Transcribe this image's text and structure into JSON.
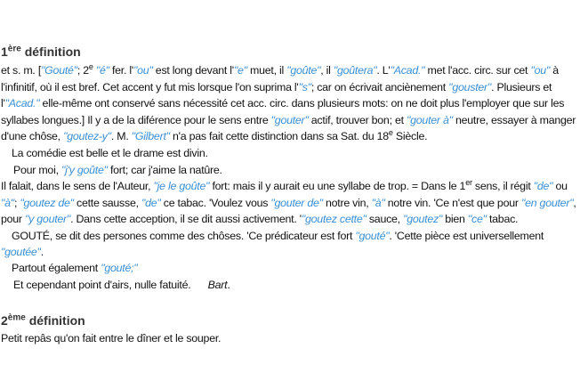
{
  "definitions": [
    {
      "number": "1",
      "suffix": "ère",
      "label": "définition"
    },
    {
      "number": "2",
      "suffix": "ème",
      "label": "définition"
    }
  ],
  "paragraphs": [
    {
      "cls": "",
      "block": "b1",
      "segs": [
        {
          "t": "et s. m. ["
        },
        {
          "t": "\"Gouté\"",
          "k": "link"
        },
        {
          "t": "; 2"
        },
        {
          "t": "e",
          "k": "sup"
        },
        {
          "t": " "
        },
        {
          "t": "\"é\"",
          "k": "link"
        },
        {
          "t": " fer. l'"
        },
        {
          "t": "\"ou\"",
          "k": "link"
        },
        {
          "t": " est long devant l'"
        },
        {
          "t": "\"e\"",
          "k": "link"
        },
        {
          "t": " muet, il "
        },
        {
          "t": "\"goûte\"",
          "k": "link"
        },
        {
          "t": ", il "
        },
        {
          "t": "\"goûtera\"",
          "k": "link"
        },
        {
          "t": ". L'"
        },
        {
          "t": "\"Acad.\"",
          "k": "link"
        },
        {
          "t": " met l'acc. circ. sur cet "
        },
        {
          "t": "\"ou\"",
          "k": "link"
        },
        {
          "t": " à l'infinitif, où il est bref. Cet accent y fut mis lorsque l'on suprima l'"
        },
        {
          "t": "\"s\"",
          "k": "link"
        },
        {
          "t": "; car on écrivait anciènement "
        },
        {
          "t": "\"gouster\"",
          "k": "link"
        },
        {
          "t": ". Plusieurs et l'"
        },
        {
          "t": "\"Acad.\"",
          "k": "link"
        },
        {
          "t": " elle-même ont conservé sans nécessité cet acc. circ. dans plusieurs mots: on ne doit plus l'employer que sur les syllabes longues.] Il y a de la diférence pour le sens entre "
        },
        {
          "t": "\"gouter\"",
          "k": "link"
        },
        {
          "t": " actif, trouver bon; et "
        },
        {
          "t": "\"gouter à\"",
          "k": "link"
        },
        {
          "t": " neutre, essayer à manger d'une chôse, "
        },
        {
          "t": "\"goutez-y\"",
          "k": "link"
        },
        {
          "t": ". M. "
        },
        {
          "t": "\"Gilbert\"",
          "k": "link"
        },
        {
          "t": " n'a pas fait cette distinction dans sa Sat. du 18"
        },
        {
          "t": "e",
          "k": "sup"
        },
        {
          "t": " Siècle."
        }
      ]
    },
    {
      "cls": "q",
      "block": "b2",
      "segs": [
        {
          "t": "La comédie est belle et le drame est divin."
        }
      ]
    },
    {
      "cls": "q2",
      "block": "b2",
      "segs": [
        {
          "t": "Pour moi, "
        },
        {
          "t": "\"j'y goûte\"",
          "k": "link"
        },
        {
          "t": " fort; car j'aime la natûre."
        }
      ]
    },
    {
      "cls": "",
      "block": "b2",
      "segs": [
        {
          "t": "Il falait, dans le sens de l'Auteur, "
        },
        {
          "t": "\"je le goûte\"",
          "k": "link"
        },
        {
          "t": " fort: mais il y aurait eu une syllabe de trop. = Dans le 1"
        },
        {
          "t": "er",
          "k": "sup"
        },
        {
          "t": " sens, il régit "
        },
        {
          "t": "\"de\"",
          "k": "link"
        },
        {
          "t": " ou "
        },
        {
          "t": "\"à\"",
          "k": "link"
        },
        {
          "t": "; "
        },
        {
          "t": "\"goutez de\"",
          "k": "link"
        },
        {
          "t": " cette sausse, "
        },
        {
          "t": "\"de\"",
          "k": "link"
        },
        {
          "t": " ce tabac. 'Voulez vous "
        },
        {
          "t": "\"gouter de\"",
          "k": "link"
        },
        {
          "t": " notre vin, "
        },
        {
          "t": "\"à\"",
          "k": "link"
        },
        {
          "t": " notre vin. 'Ce n'est que pour "
        },
        {
          "t": "\"en gouter\"",
          "k": "link"
        },
        {
          "t": ", pour "
        },
        {
          "t": "\"y gouter\"",
          "k": "link"
        },
        {
          "t": ". Dans cette acception, il se dit aussi activement. '"
        },
        {
          "t": "\"goutez cette\"",
          "k": "link"
        },
        {
          "t": " sauce, "
        },
        {
          "t": "\"goutez\"",
          "k": "link"
        },
        {
          "t": " bien "
        },
        {
          "t": "\"ce\"",
          "k": "link"
        },
        {
          "t": " tabac."
        }
      ]
    },
    {
      "cls": "q",
      "block": "b2",
      "segs": [
        {
          "t": "GOUTÉ, se dit des persones comme des chôses. 'Ce prédicateur est fort "
        },
        {
          "t": "\"gouté\"",
          "k": "link"
        },
        {
          "t": ". 'Cette pièce est universellement "
        }
      ]
    },
    {
      "cls": "",
      "block": "b2",
      "segs": [
        {
          "t": "\"goutée\"",
          "k": "link"
        },
        {
          "t": "."
        }
      ]
    },
    {
      "cls": "q",
      "block": "b3",
      "segs": [
        {
          "t": "Partout également "
        },
        {
          "t": "\"gouté;\"",
          "k": "link"
        }
      ]
    },
    {
      "cls": "q2",
      "block": "b3",
      "segs": [
        {
          "t": "Et cependant point d'airs, nulle fatuité.      "
        },
        {
          "t": "Bart",
          "k": "it"
        },
        {
          "t": "."
        }
      ]
    },
    {
      "cls": "",
      "block": "b4",
      "segs": [
        {
          "t": "Petit repâs qu'on fait entre le dîner et le souper."
        }
      ]
    }
  ]
}
